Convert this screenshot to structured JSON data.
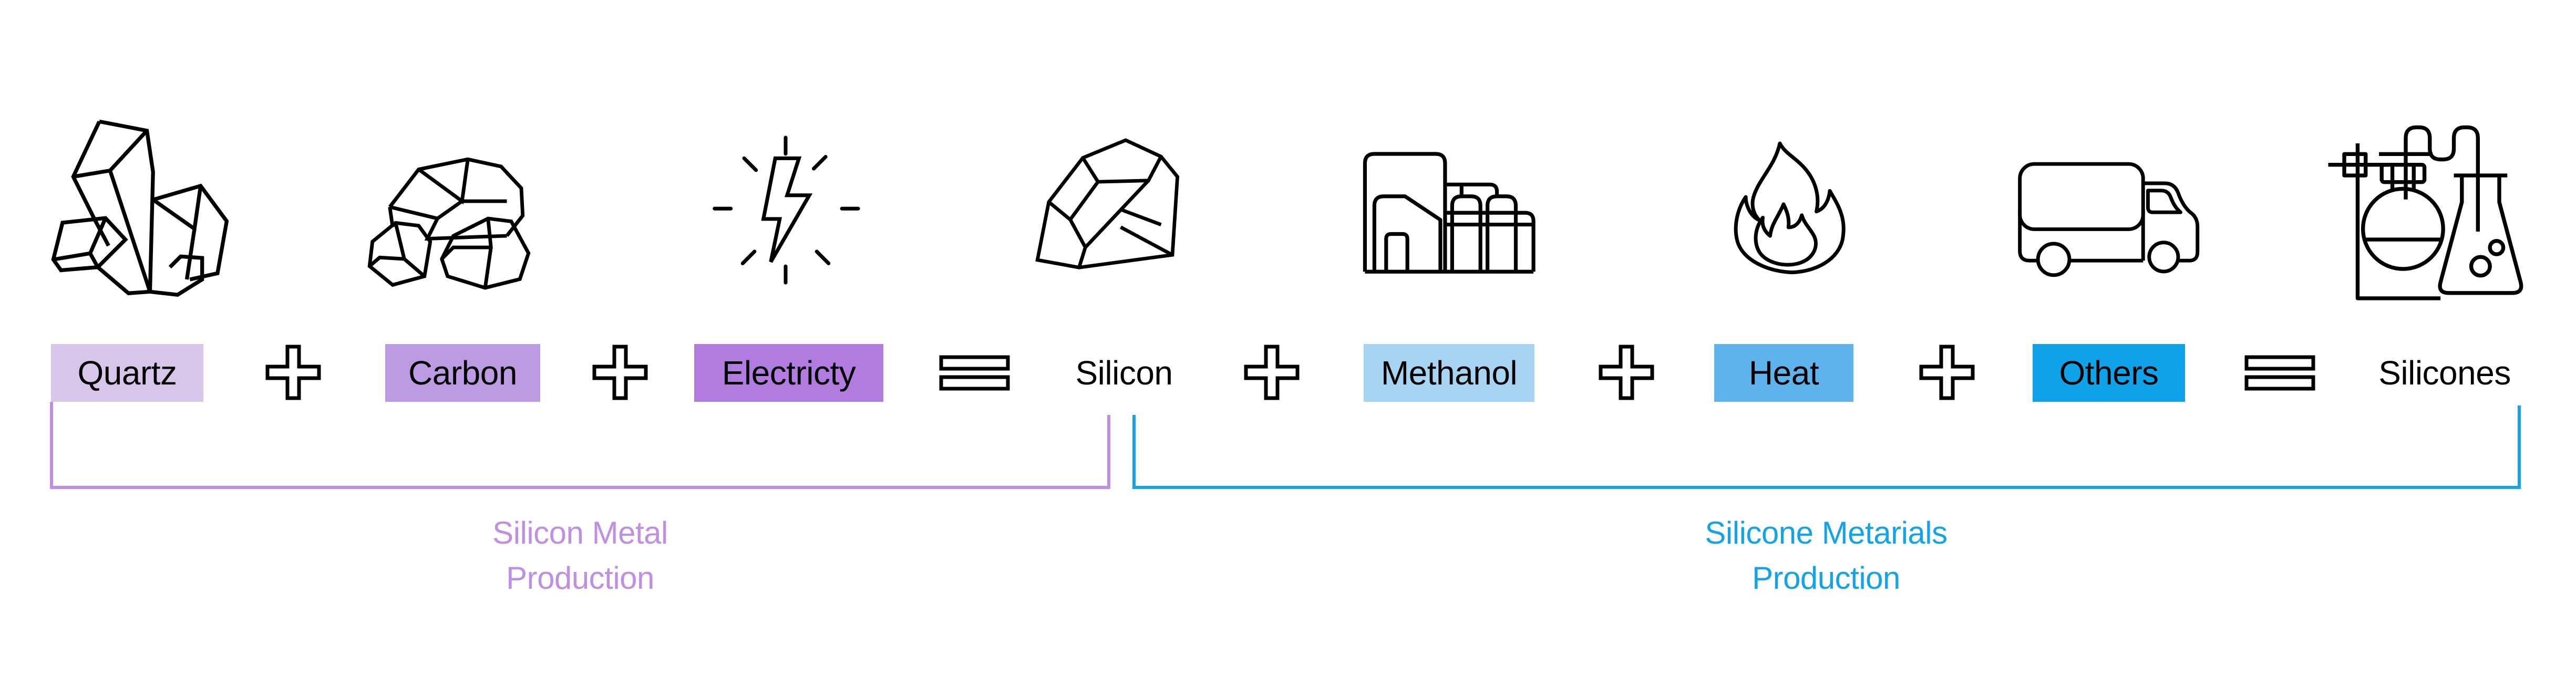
{
  "diagram": {
    "equation_left": {
      "inputs": [
        {
          "label": "Quartz",
          "bg": "#D7C5EA",
          "icon": "quartz-crystal"
        },
        {
          "label": "Carbon",
          "bg": "#BC9BE3",
          "icon": "coal-rocks"
        },
        {
          "label": "Electricty",
          "bg": "#B27BE0",
          "icon": "lightning-spark"
        }
      ],
      "output": {
        "label": "Silicon",
        "icon": "silicon-rock"
      },
      "group_label": {
        "line1": "Silicon Metal",
        "line2": "Production",
        "color": "#BE8FE3"
      }
    },
    "equation_right": {
      "inputs": [
        {
          "label": "Methanol",
          "bg": "#A6D4F2",
          "icon": "factory"
        },
        {
          "label": "Heat",
          "bg": "#5FB3ED",
          "icon": "flame"
        },
        {
          "label": "Others",
          "bg": "#0FA2E8",
          "icon": "delivery-truck"
        }
      ],
      "output": {
        "label": "Silicones",
        "icon": "lab-flasks"
      },
      "group_label": {
        "line1": "Silicone Metarials",
        "line2": "Production",
        "color": "#14A3E8"
      }
    },
    "operators": {
      "plus": "+",
      "equals": "="
    },
    "colors": {
      "icon_stroke": "#000000",
      "purple_accent": "#BE8FE3",
      "blue_accent": "#14A3E8"
    }
  }
}
